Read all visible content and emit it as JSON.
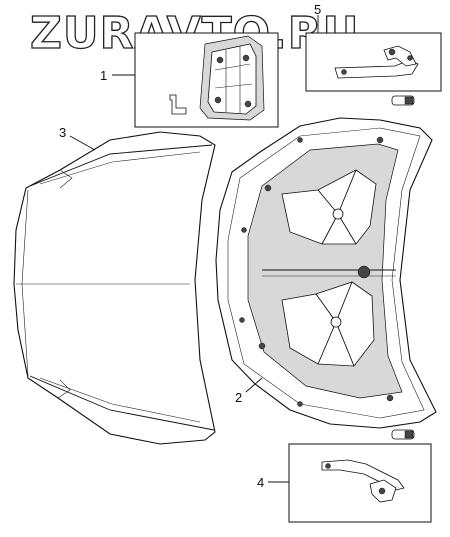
{
  "watermark": "ZURAVTO.RU",
  "callouts": [
    {
      "id": "label-1",
      "text": "1"
    },
    {
      "id": "label-2",
      "text": "2"
    },
    {
      "id": "label-3",
      "text": "3"
    },
    {
      "id": "label-4",
      "text": "4"
    },
    {
      "id": "label-5",
      "text": "5"
    }
  ],
  "colors": {
    "line": "#111111",
    "background": "#ffffff"
  }
}
